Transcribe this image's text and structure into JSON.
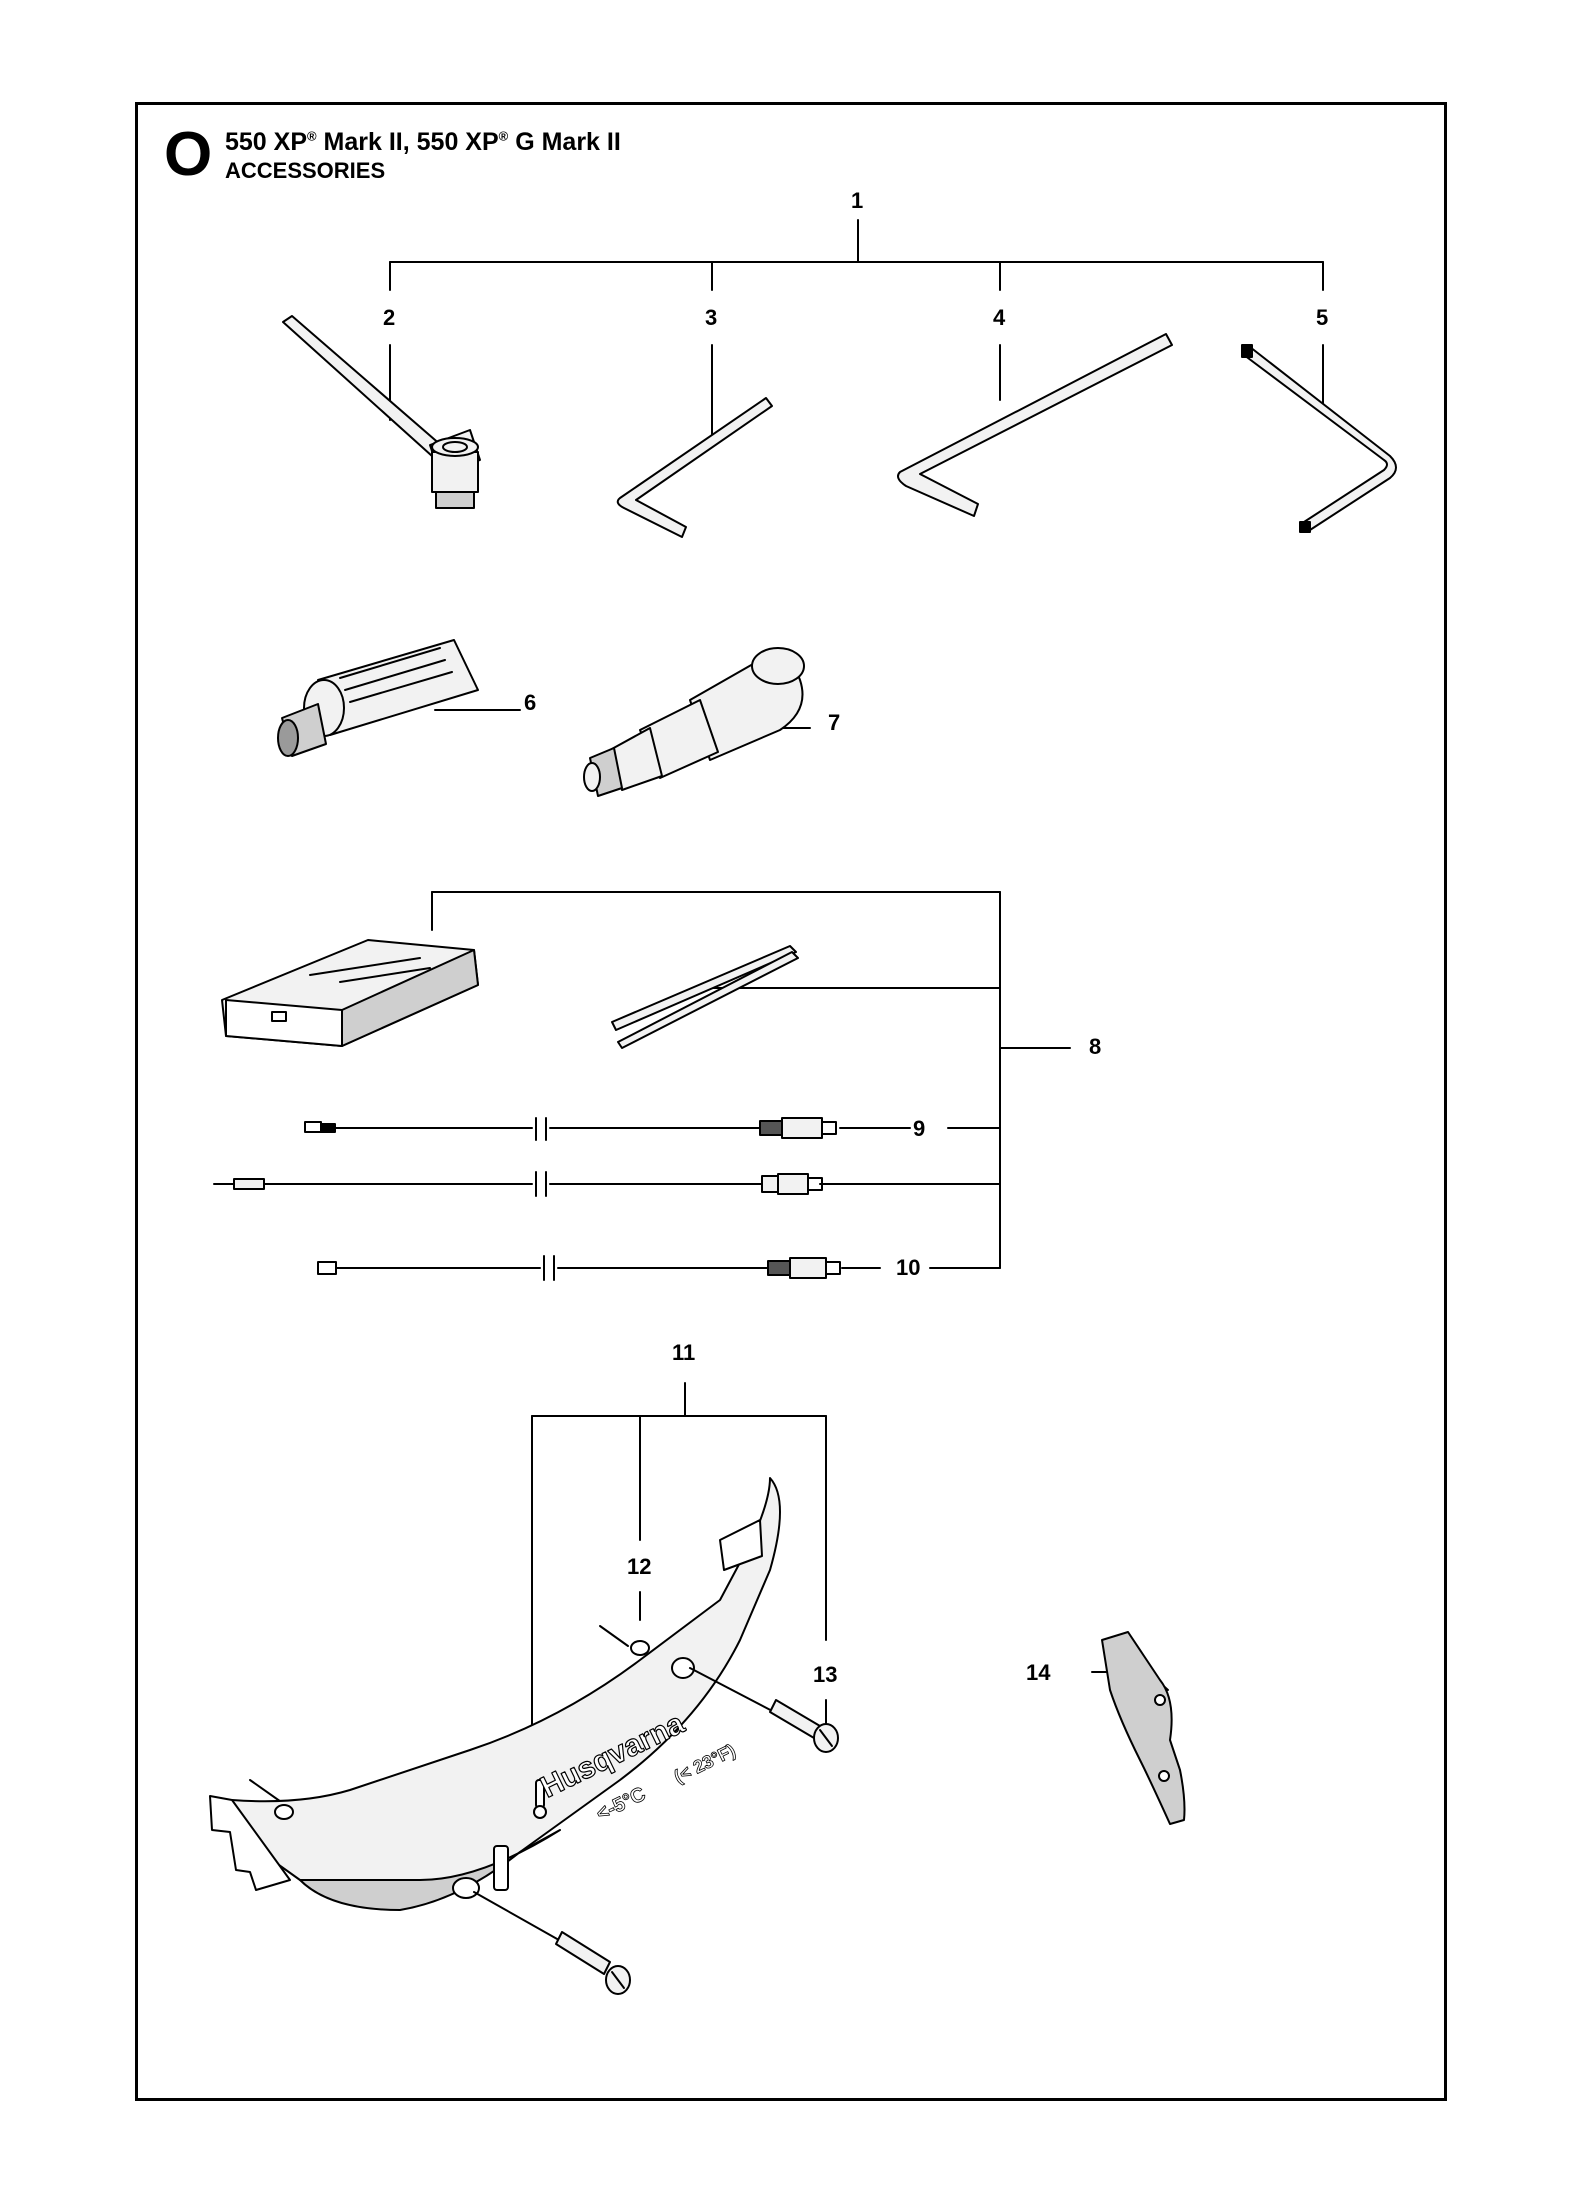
{
  "header": {
    "section_letter": "O",
    "model_part1": "550 XP",
    "reg_mark": "®",
    "model_part2": " Mark II, 550 XP",
    "model_part3": " G Mark II",
    "subtitle": "ACCESSORIES"
  },
  "callouts": [
    "1",
    "2",
    "3",
    "4",
    "5",
    "6",
    "7",
    "8",
    "9",
    "10",
    "11",
    "12",
    "13",
    "14"
  ],
  "decals": {
    "brand": "Husqvarna",
    "temp_c": "<-5°C",
    "temp_f": "(< 23°F)"
  },
  "colors": {
    "line": "#000000",
    "part_fill": "#f2f2f2",
    "shade": "#cfcfcf",
    "background": "#ffffff"
  }
}
